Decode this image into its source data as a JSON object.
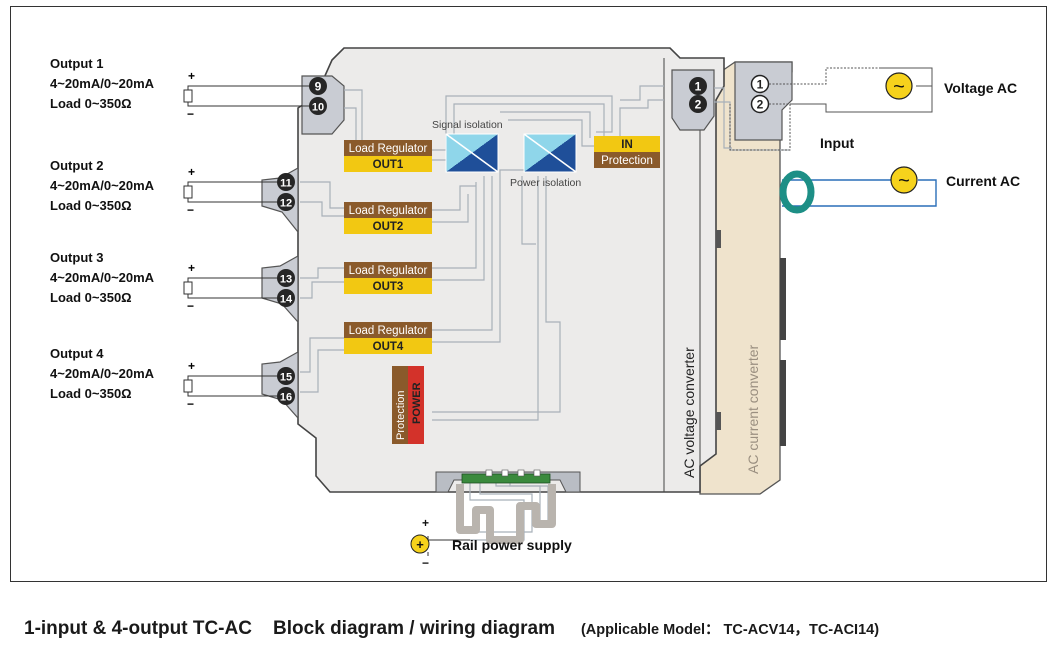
{
  "outputs": [
    {
      "name": "Output 1",
      "range": "4~20mA/0~20mA",
      "load": "Load 0~350Ω",
      "plus": "+",
      "minus": "−",
      "term_a": "9",
      "term_b": "10"
    },
    {
      "name": "Output 2",
      "range": "4~20mA/0~20mA",
      "load": "Load 0~350Ω",
      "plus": "+",
      "minus": "−",
      "term_a": "11",
      "term_b": "12"
    },
    {
      "name": "Output 3",
      "range": "4~20mA/0~20mA",
      "load": "Load 0~350Ω",
      "plus": "+",
      "minus": "−",
      "term_a": "13",
      "term_b": "14"
    },
    {
      "name": "Output 4",
      "range": "4~20mA/0~20mA",
      "load": "Load 0~350Ω",
      "plus": "+",
      "minus": "−",
      "term_a": "15",
      "term_b": "16"
    }
  ],
  "regulators": [
    {
      "label": "Load Regulator",
      "out": "OUT1"
    },
    {
      "label": "Load Regulator",
      "out": "OUT2"
    },
    {
      "label": "Load Regulator",
      "out": "OUT3"
    },
    {
      "label": "Load Regulator",
      "out": "OUT4"
    }
  ],
  "signal_isolation": "Signal isolation",
  "power_isolation": "Power isolation",
  "in_protection": {
    "top": "IN",
    "bottom": "Protection"
  },
  "power_block": {
    "left": "Protection",
    "right": "POWER"
  },
  "input_terminals": {
    "a": "1",
    "b": "2"
  },
  "input_terminals_circled": {
    "a": "①",
    "b": "②"
  },
  "input_label": "Input",
  "voltage_ac": "Voltage AC",
  "current_ac": "Current AC",
  "ac_symbol": "~",
  "module_labels": {
    "voltage": "AC voltage converter",
    "current": "AC current converter"
  },
  "rail": {
    "label": "Rail power supply",
    "plus": "+",
    "minus": "−",
    "symbol": "+"
  },
  "caption": {
    "title": "1-input & 4-output TC-AC    Block diagram / wiring diagram",
    "model": "(Applicable Model：  TC-ACV14，TC-ACI14)"
  },
  "colors": {
    "brown": "#8a5a2b",
    "yellow": "#f2c812",
    "red": "#d3322a",
    "blue": "#1f5ea8",
    "housing": "#ecebea",
    "tan": "#efe3cc",
    "green_coil": "#1d8f86",
    "grey": "#7d8591"
  }
}
